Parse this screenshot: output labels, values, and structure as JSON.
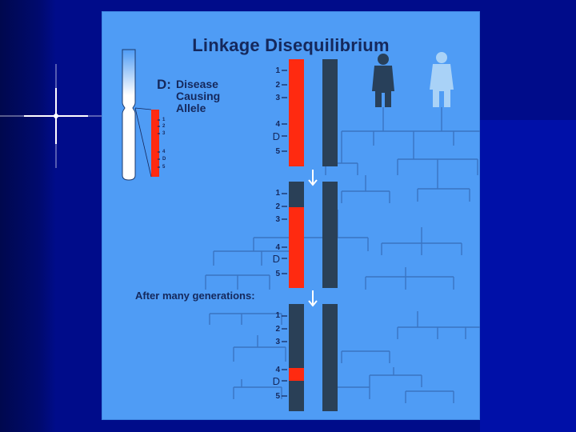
{
  "title": "Linkage Disequilibrium",
  "legend": {
    "key": "D:",
    "lines": [
      "Disease",
      "Causing",
      "Allele"
    ]
  },
  "caption": "After many generations:",
  "marker_labels": [
    "1",
    "2",
    "3",
    "4",
    "D",
    "5"
  ],
  "colors": {
    "background": "#000c8a",
    "panel": "#4f9cf5",
    "chromosome_dark": "#2a4057",
    "chromosome_red": "#ff2a10",
    "text": "#15285c",
    "tree_lines": "#3a74c2",
    "person_dark": "#28405a",
    "person_light": "#a9d2f7"
  },
  "icons": [
    "small-chromosome-icon",
    "person-dark-icon",
    "person-light-icon",
    "down-arrow-icon",
    "sparkle-icon"
  ]
}
